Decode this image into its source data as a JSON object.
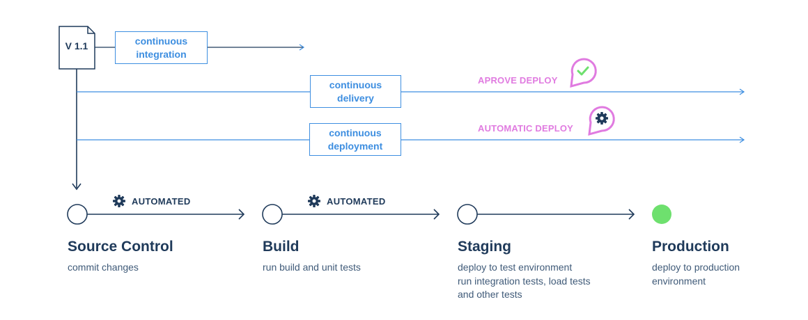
{
  "version": {
    "label": "V 1.1"
  },
  "tracks": [
    {
      "label_lines": [
        "continuous",
        "integration"
      ],
      "action": ""
    },
    {
      "label_lines": [
        "continuous",
        "delivery"
      ],
      "action": "APROVE DEPLOY",
      "action_icon": "check-icon"
    },
    {
      "label_lines": [
        "continuous",
        "deployment"
      ],
      "action": "AUTOMATIC DEPLOY",
      "action_icon": "gear-icon"
    }
  ],
  "pipeline": {
    "transitions": [
      {
        "label": "AUTOMATED",
        "icon": "gear-icon"
      },
      {
        "label": "AUTOMATED",
        "icon": "gear-icon"
      },
      {
        "label": "",
        "icon": ""
      }
    ],
    "stages": [
      {
        "title": "Source Control",
        "desc_lines": [
          "commit changes"
        ],
        "status": "pending"
      },
      {
        "title": "Build",
        "desc_lines": [
          "run build and unit tests"
        ],
        "status": "pending"
      },
      {
        "title": "Staging",
        "desc_lines": [
          "deploy to test environment",
          "run integration tests, load tests",
          "and other tests"
        ],
        "status": "pending"
      },
      {
        "title": "Production",
        "desc_lines": [
          "deploy to production",
          "environment"
        ],
        "status": "complete"
      }
    ]
  },
  "colors": {
    "line": "#1f3a5a",
    "box_border": "#3d8ee0",
    "box_text": "#3d8ee0",
    "accent_pink": "#e07be0",
    "success": "#6ee06e"
  }
}
